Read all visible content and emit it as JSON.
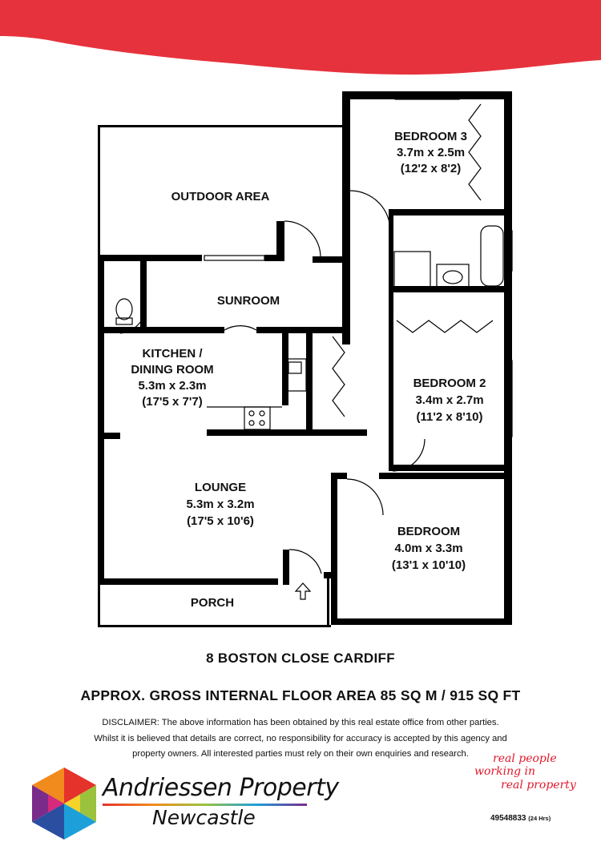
{
  "header": {
    "band_color": "#e6323c"
  },
  "rooms": {
    "bedroom3": {
      "name": "BEDROOM 3",
      "metric": "3.7m x 2.5m",
      "imperial": "(12'2 x 8'2)"
    },
    "outdoor": {
      "name": "OUTDOOR AREA"
    },
    "sunroom": {
      "name": "SUNROOM"
    },
    "kitchen": {
      "name_line1": "KITCHEN /",
      "name_line2": "DINING ROOM",
      "metric": "5.3m x 2.3m",
      "imperial": "(17'5 x 7'7)"
    },
    "bedroom2": {
      "name": "BEDROOM 2",
      "metric": "3.4m x 2.7m",
      "imperial": "(11'2 x 8'10)"
    },
    "lounge": {
      "name": "LOUNGE",
      "metric": "5.3m x 3.2m",
      "imperial": "(17'5 x 10'6)"
    },
    "bedroom": {
      "name": "BEDROOM",
      "metric": "4.0m x 3.3m",
      "imperial": "(13'1 x 10'10)"
    },
    "porch": {
      "name": "PORCH"
    }
  },
  "address": "8 BOSTON CLOSE CARDIFF",
  "floor_area": "APPROX. GROSS INTERNAL FLOOR AREA 85 SQ M / 915 SQ FT",
  "disclaimer": {
    "line1": "DISCLAIMER: The above information has been obtained by this real estate office from other parties.",
    "line2": "Whilst it is believed that details are correct, no responsibility for accuracy is accepted by this agency and",
    "line3": "property owners. All interested parties must rely on their own enquiries and research."
  },
  "brand": {
    "name": "Andriessen Property",
    "location": "Newcastle"
  },
  "tagline": {
    "line1": "real people",
    "line2": "working in",
    "line3": "real property"
  },
  "phone": {
    "number": "49548833",
    "note": "(24 Hrs)"
  },
  "colors": {
    "wall": "#000000",
    "accent_red": "#e0192a"
  }
}
